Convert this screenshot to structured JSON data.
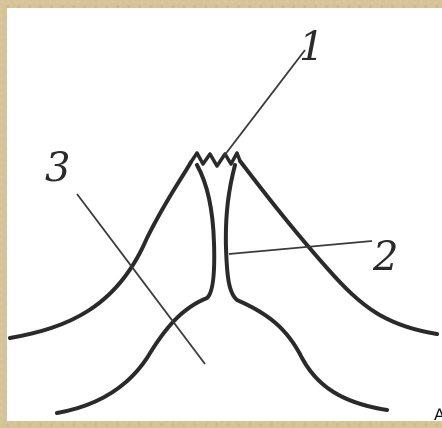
{
  "labels": {
    "label_1": "1",
    "label_2": "2",
    "label_3": "3"
  },
  "corner_mark": "A",
  "colors": {
    "background": "#d6c397",
    "paper": "#ffffff",
    "ink": "#2a2a2a"
  }
}
